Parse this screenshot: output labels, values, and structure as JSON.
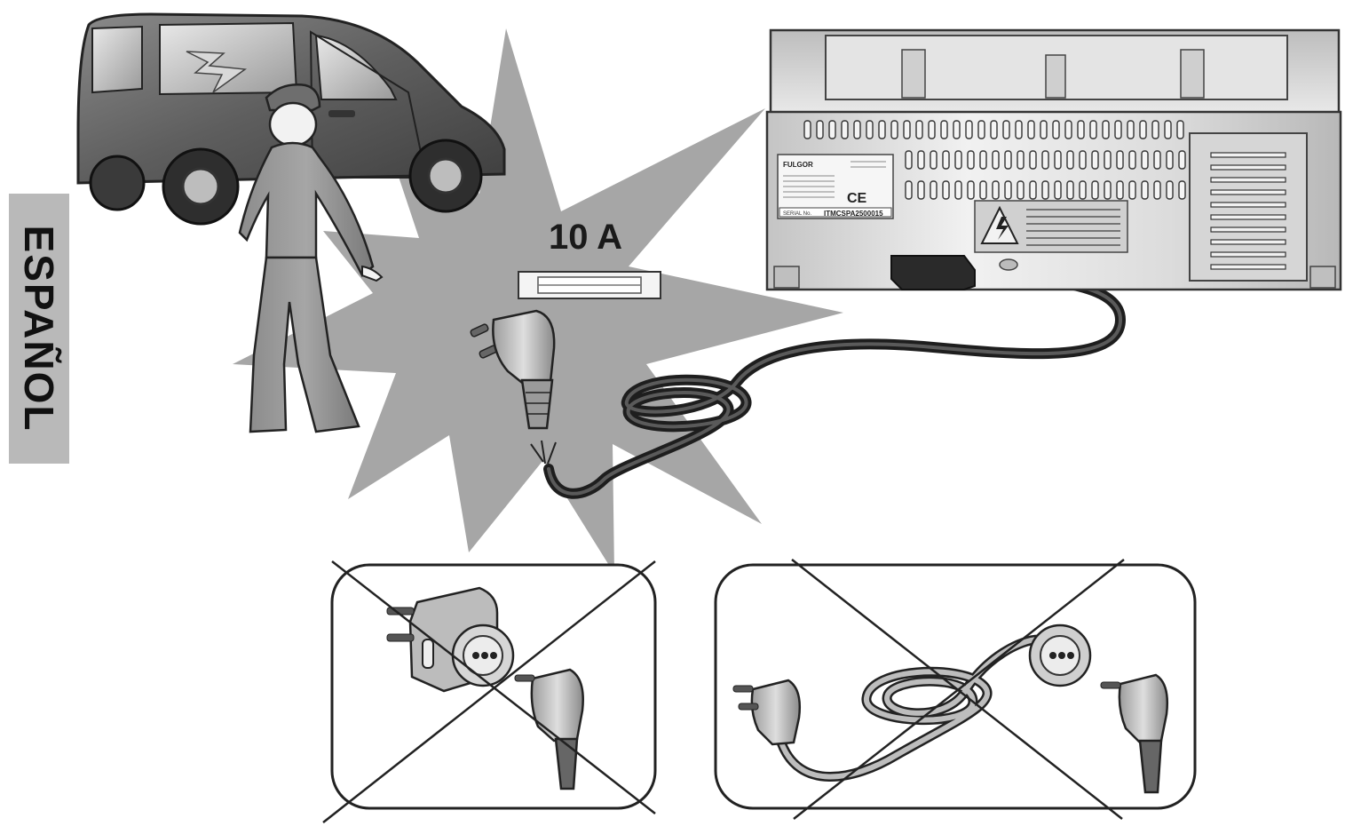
{
  "language_tab": {
    "label": "ESPAÑOL"
  },
  "fuse": {
    "rating": "10 A"
  },
  "appliance_label": {
    "brand": "FULGOR",
    "ce_mark": "CE",
    "serial_prefix": "SERIAL No.",
    "serial_number": "ITMCSPA2500015"
  },
  "colors": {
    "star": "#a6a6a6",
    "side_tab": "#b9b9b9",
    "outline": "#2a2a2a"
  }
}
